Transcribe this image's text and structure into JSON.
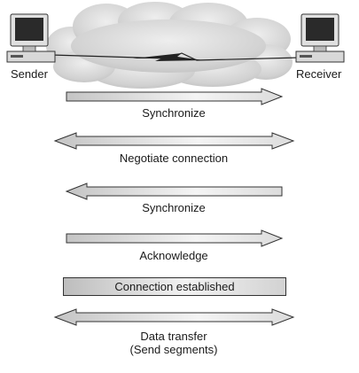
{
  "hosts": {
    "sender": "Sender",
    "receiver": "Receiver"
  },
  "steps": [
    {
      "label": "Synchronize",
      "direction": "sender-to-receiver"
    },
    {
      "label": "Negotiate connection",
      "direction": "both"
    },
    {
      "label": "Synchronize",
      "direction": "receiver-to-sender"
    },
    {
      "label": "Acknowledge",
      "direction": "sender-to-receiver"
    },
    {
      "label": "Connection established",
      "direction": "none"
    },
    {
      "label": "Data transfer",
      "sublabel": "(Send segments)",
      "direction": "both"
    }
  ],
  "icons": {
    "computer": "desktop-computer-icon",
    "network": "cloud-icon",
    "link": "lightning-link-icon"
  },
  "colors": {
    "arrow_stroke": "#333333",
    "arrow_fill_dark": "#c4c4c4",
    "arrow_fill_light": "#f4f4f4",
    "cloud": "#cfcfcf"
  }
}
